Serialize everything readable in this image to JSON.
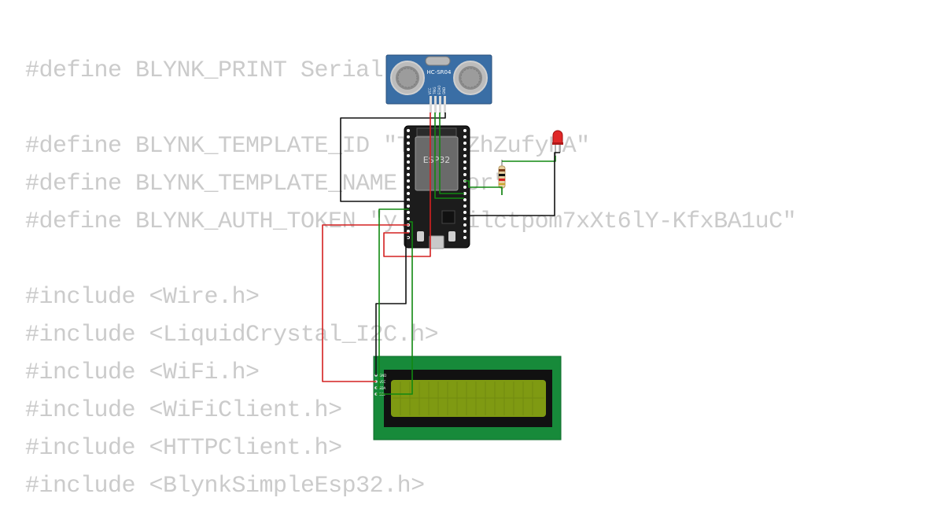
{
  "code_lines": [
    "#define BLYNK_PRINT Serial",
    "",
    "#define BLYNK_TEMPLATE_ID \"TMPL3ZhZufyHA\"",
    "#define BLYNK_TEMPLATE_NAME \"Motor\"",
    "#define BLYNK_AUTH_TOKEN \"y...3silctpom7xXt6lY-KfxBA1uC\"",
    "",
    "#include <Wire.h>",
    "#include <LiquidCrystal_I2C.h>",
    "#include <WiFi.h>",
    "#include <WiFiClient.h>",
    "#include <HTTPClient.h>",
    "#include <BlynkSimpleEsp32.h>"
  ],
  "components": {
    "ultrasonic": {
      "label": "HC-SR04",
      "pins": [
        "VCC",
        "TRIG",
        "ECHO",
        "GND"
      ]
    },
    "board": {
      "label": "ESP32"
    },
    "lcd": {
      "pins": [
        "GND",
        "VCC",
        "SDA",
        "SCL"
      ]
    }
  },
  "colors": {
    "wire_red": "#d42020",
    "wire_green": "#118811",
    "wire_black": "#111111",
    "sensor_board": "#3a6ea5",
    "esp_board": "#1c1c1c",
    "lcd_pcb": "#178a3a",
    "lcd_screen": "#7f9a12",
    "led": "#e02828"
  }
}
